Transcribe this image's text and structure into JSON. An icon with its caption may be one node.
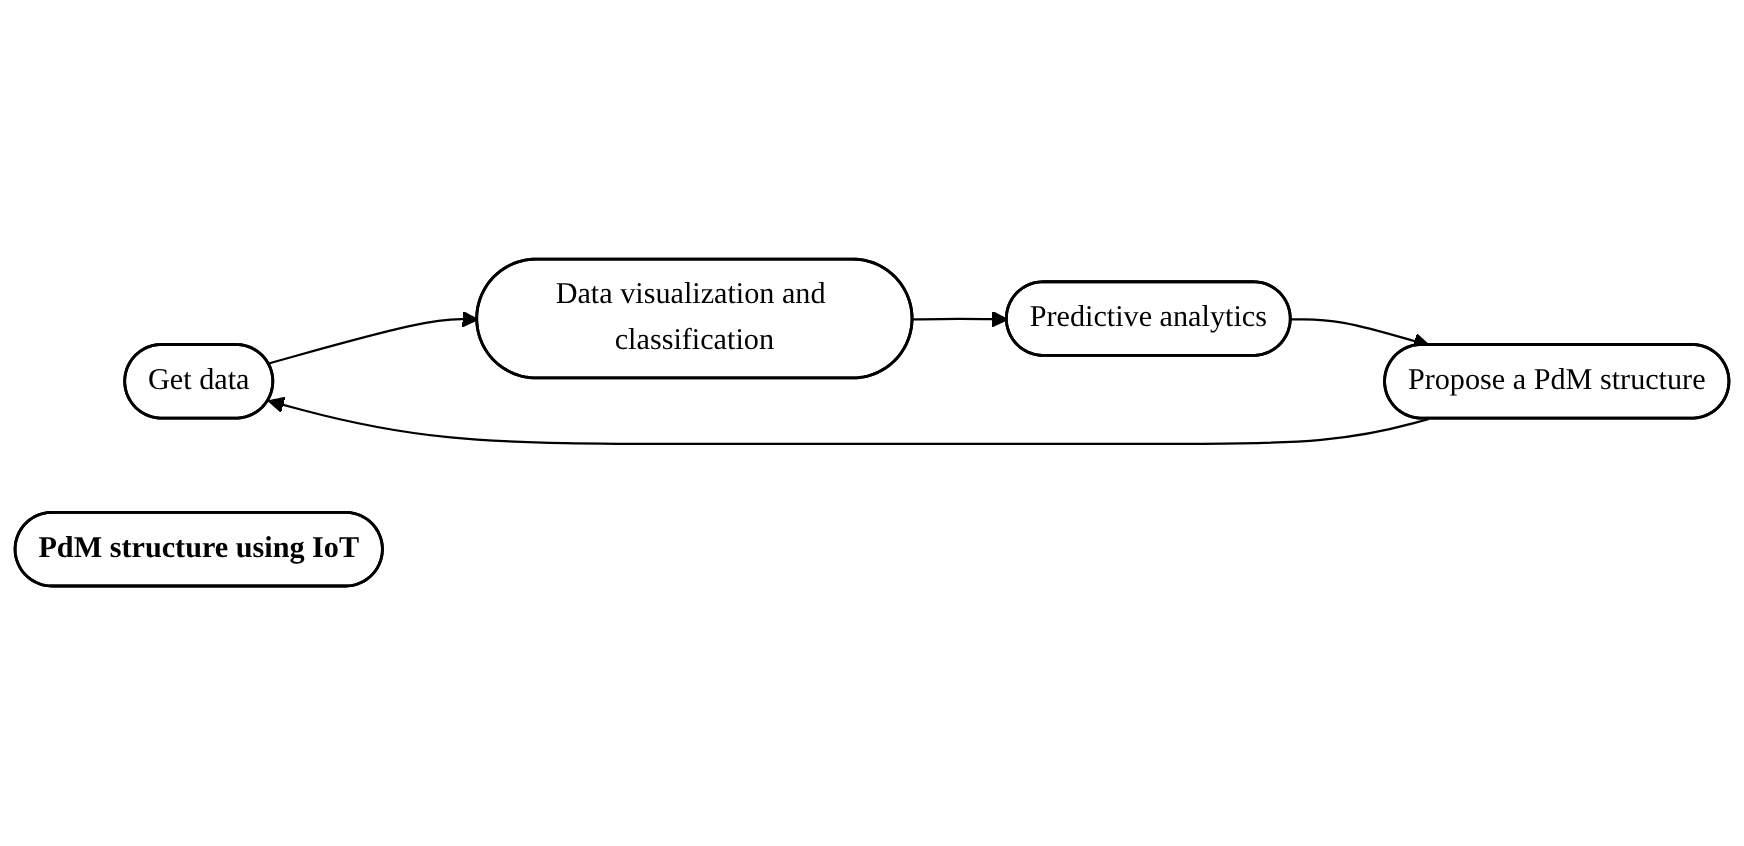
{
  "diagram": {
    "nodes": [
      {
        "text": [
          "Get data"
        ]
      },
      {
        "text": [
          "Propose a PdM structure"
        ]
      },
      {
        "text": [
          "PdM structure using IoT"
        ]
      },
      {
        "text": [
          "Data visualization and classification"
        ]
      },
      {
        "text": [
          "Predictive analytics"
        ]
      }
    ],
    "edges": [
      {
        "from": 1,
        "to": 0,
        "arrow": "to"
      },
      {
        "from": 0,
        "to": 3,
        "arrow": "to"
      },
      {
        "from": 3,
        "to": 4,
        "arrow": "to"
      },
      {
        "from": 4,
        "to": 1,
        "arrow": "to"
      }
    ]
  }
}
